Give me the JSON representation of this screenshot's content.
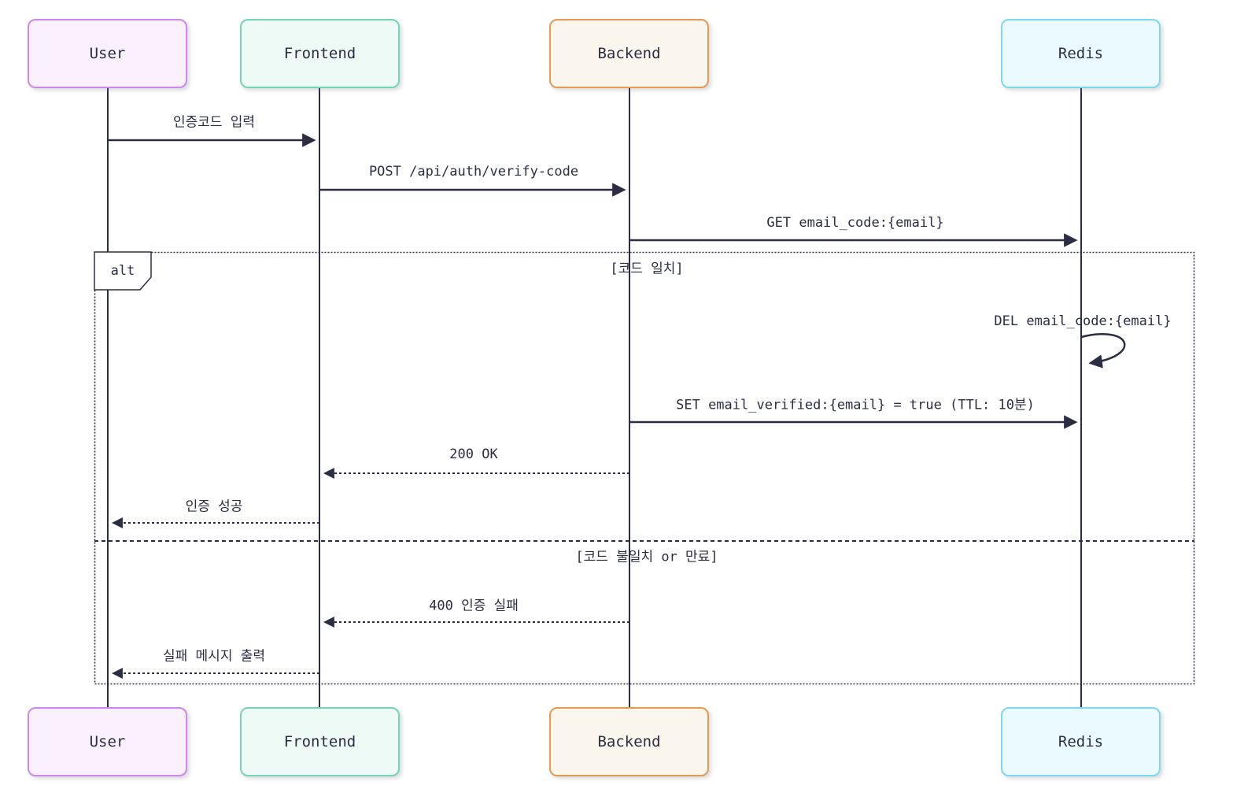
{
  "diagram": {
    "type": "sequence-diagram",
    "alt_frame": {
      "label": "alt",
      "conditions": [
        {
          "text": "[코드 일치]"
        },
        {
          "text": "[코드 불일치 or 만료]"
        }
      ]
    }
  },
  "actors": [
    {
      "name": "User",
      "fill": "#faf0fe",
      "border": "#cc88ee"
    },
    {
      "name": "Frontend",
      "fill": "#eefaf5",
      "border": "#74d4b8"
    },
    {
      "name": "Backend",
      "fill": "#fbf6ed",
      "border": "#e59a4f"
    },
    {
      "name": "Redis",
      "fill": "#ebfafe",
      "border": "#7dd8f0"
    }
  ],
  "messages": [
    {
      "text": "인증코드 입력",
      "from": "User",
      "to": "Frontend",
      "style": "solid"
    },
    {
      "text": "POST /api/auth/verify-code",
      "from": "Frontend",
      "to": "Backend",
      "style": "solid"
    },
    {
      "text": "GET email_code:{email}",
      "from": "Backend",
      "to": "Redis",
      "style": "solid"
    },
    {
      "text": "DEL email_code:{email}",
      "from": "Redis",
      "to": "Redis",
      "style": "self-loop"
    },
    {
      "text": "SET email_verified:{email} = true (TTL: 10분)",
      "from": "Backend",
      "to": "Redis",
      "style": "solid"
    },
    {
      "text": "200 OK",
      "from": "Backend",
      "to": "Frontend",
      "style": "dashed"
    },
    {
      "text": "인증 성공",
      "from": "Frontend",
      "to": "User",
      "style": "dashed"
    },
    {
      "text": "400 인증 실패",
      "from": "Backend",
      "to": "Frontend",
      "style": "dashed"
    },
    {
      "text": "실패 메시지 출력",
      "from": "Frontend",
      "to": "User",
      "style": "dashed"
    }
  ],
  "palette": {
    "line": "#2b2d42",
    "text": "#2b2d42",
    "background": "#ffffff"
  }
}
